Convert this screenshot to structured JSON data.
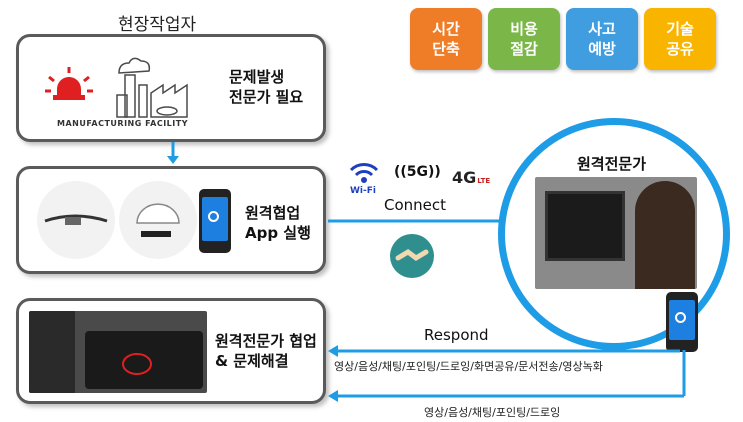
{
  "field_worker_title": "현장작업자",
  "badges": [
    {
      "text": "시간\n단축",
      "color": "#ef7d27"
    },
    {
      "text": "비용\n절감",
      "color": "#7ab648"
    },
    {
      "text": "사고\n예방",
      "color": "#3f9de0"
    },
    {
      "text": "기술\n공유",
      "color": "#f9b400"
    }
  ],
  "box1": {
    "factory_caption": "MANUFACTURING FACILITY",
    "label": "문제발생\n전문가 필요"
  },
  "box2": {
    "label": "원격협업\nApp 실행"
  },
  "box3": {
    "label": "원격전문가 협업\n& 문제해결"
  },
  "wifi_text": "Wi-Fi",
  "fiveg_text": "5G",
  "fourg_text": "4G",
  "lte_text": "LTE",
  "connect_text": "Connect",
  "expert_title": "원격전문가",
  "respond_text": "Respond",
  "respond_features": "영상/음성/채팅/포인팅/드로잉/화면공유/문서전송/영상녹화",
  "bottom_features": "영상/음성/채팅/포인팅/드로잉",
  "colors": {
    "arrow": "#1f9ce6",
    "box_border": "#5a5a5a",
    "alarm": "#e02020"
  }
}
